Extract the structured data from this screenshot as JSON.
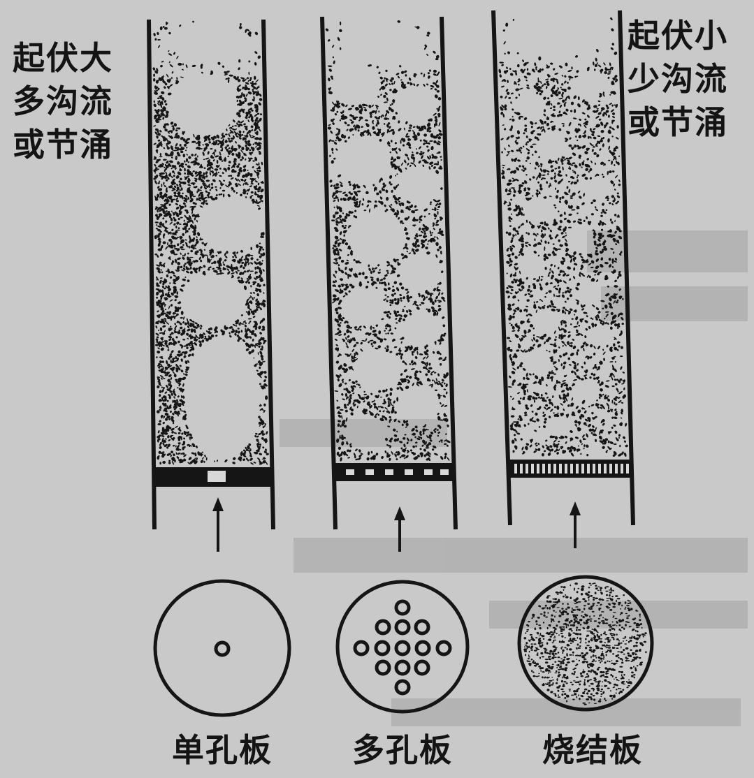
{
  "notes": {
    "left": [
      "起伏大",
      "多沟流",
      "或节涌"
    ],
    "right": [
      "起伏小",
      "少沟流",
      "或节涌"
    ]
  },
  "plates": [
    {
      "label": "单孔板",
      "type": "single-orifice"
    },
    {
      "label": "多孔板",
      "type": "multi-orifice"
    },
    {
      "label": "烧结板",
      "type": "sintered"
    }
  ],
  "colors": {
    "background": "#c9c9c9",
    "ink": "#151515",
    "bubble": "#d2d2d2"
  }
}
